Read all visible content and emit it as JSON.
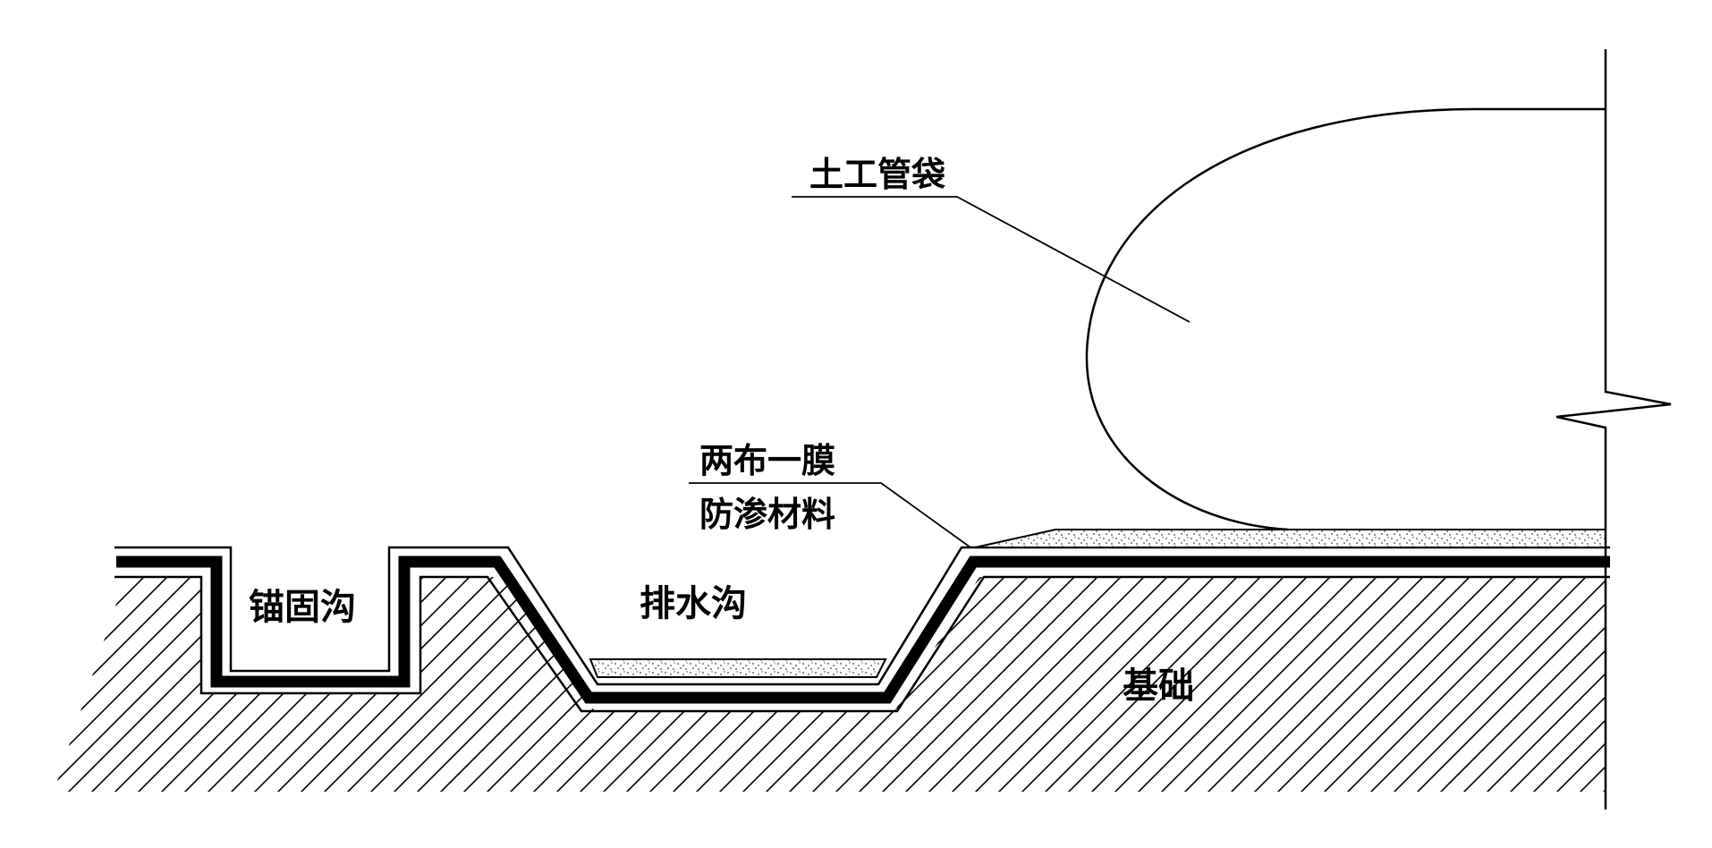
{
  "labels": {
    "geotube": "土工管袋",
    "membrane_line1": "两布一膜",
    "membrane_line2": "防渗材料",
    "anchor_trench": "锚固沟",
    "drainage_ditch": "排水沟",
    "foundation": "基础"
  },
  "colors": {
    "ink": "#000000",
    "background": "#ffffff",
    "sand_dots": "#444444"
  }
}
